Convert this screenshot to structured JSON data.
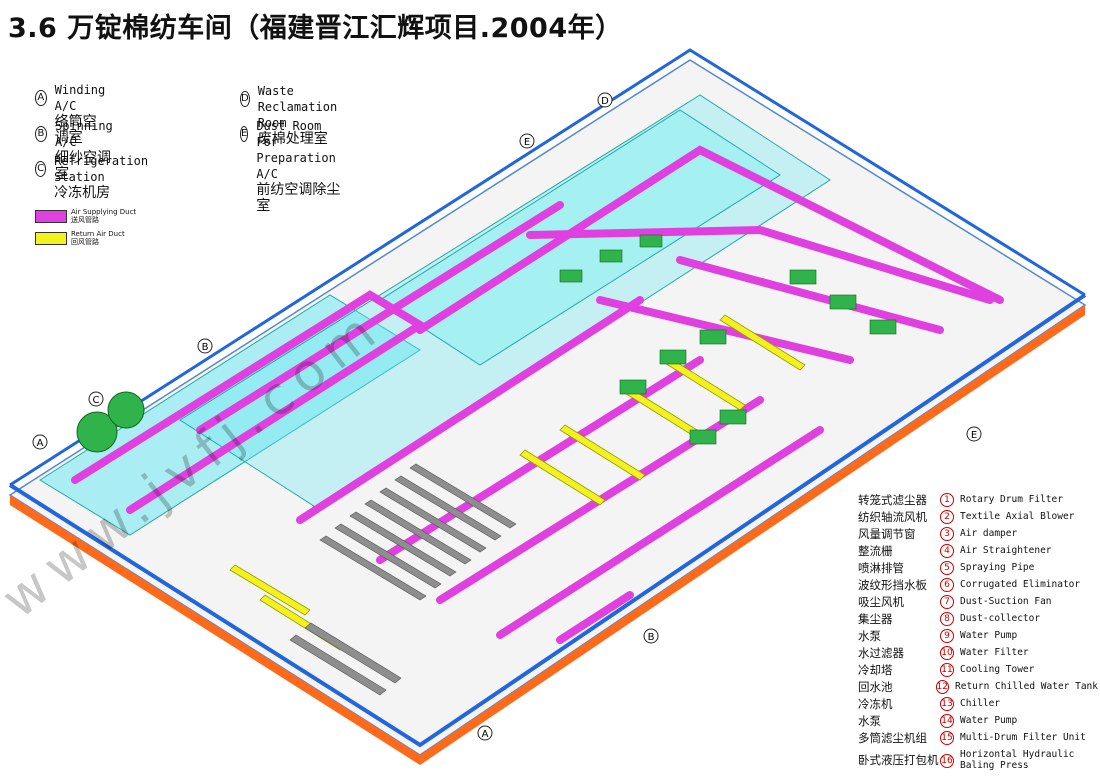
{
  "title": "3.6 万锭棉纺车间（福建晋江汇辉项目.2004年）",
  "areas": [
    {
      "key": "A",
      "en": "Winding A/C",
      "zh": "络筒空调室"
    },
    {
      "key": "B",
      "en": "Spinning A/C",
      "zh": "细纱空调室"
    },
    {
      "key": "C",
      "en": "Refrigeration Station",
      "zh": "冷冻机房"
    },
    {
      "key": "D",
      "en": "Waste Reclamation Room",
      "zh": "废棉处理室"
    },
    {
      "key": "E",
      "en": "Dust Room For Preparation A/C",
      "zh": "前纺空调除尘室"
    }
  ],
  "ducts": [
    {
      "en": "Air Supplying Duct",
      "zh": "送风管路",
      "color": "#e040e0"
    },
    {
      "en": "Return Air Duct",
      "zh": "回风管路",
      "color": "#f2f21e"
    }
  ],
  "equipment": [
    {
      "num": "1",
      "zh": "转笼式滤尘器",
      "en": "Rotary Drum Filter"
    },
    {
      "num": "2",
      "zh": "纺织轴流风机",
      "en": "Textile Axial Blower"
    },
    {
      "num": "3",
      "zh": "风量调节窗",
      "en": "Air damper"
    },
    {
      "num": "4",
      "zh": "整流栅",
      "en": "Air Straightener"
    },
    {
      "num": "5",
      "zh": "喷淋排管",
      "en": "Spraying Pipe"
    },
    {
      "num": "6",
      "zh": "波纹形挡水板",
      "en": "Corrugated Eliminator"
    },
    {
      "num": "7",
      "zh": "吸尘风机",
      "en": "Dust-Suction Fan"
    },
    {
      "num": "8",
      "zh": "集尘器",
      "en": "Dust-collector"
    },
    {
      "num": "9",
      "zh": "水泵",
      "en": "Water Pump"
    },
    {
      "num": "10",
      "zh": "水过滤器",
      "en": "Water Filter"
    },
    {
      "num": "11",
      "zh": "冷却塔",
      "en": "Cooling Tower"
    },
    {
      "num": "12",
      "zh": "回水池",
      "en": "Return Chilled Water Tank"
    },
    {
      "num": "13",
      "zh": "冷冻机",
      "en": "Chiller"
    },
    {
      "num": "14",
      "zh": "水泵",
      "en": "Water Pump"
    },
    {
      "num": "15",
      "zh": "多筒滤尘机组",
      "en": "Multi-Drum Filter Unit"
    },
    {
      "num": "16",
      "zh": "卧式液压打包机",
      "en": "Horizontal Hydraulic Baling Press"
    }
  ],
  "plan_markers": [
    "A",
    "B",
    "C",
    "D",
    "E",
    "B",
    "A",
    "E"
  ],
  "watermark": "www.jvfj.com"
}
